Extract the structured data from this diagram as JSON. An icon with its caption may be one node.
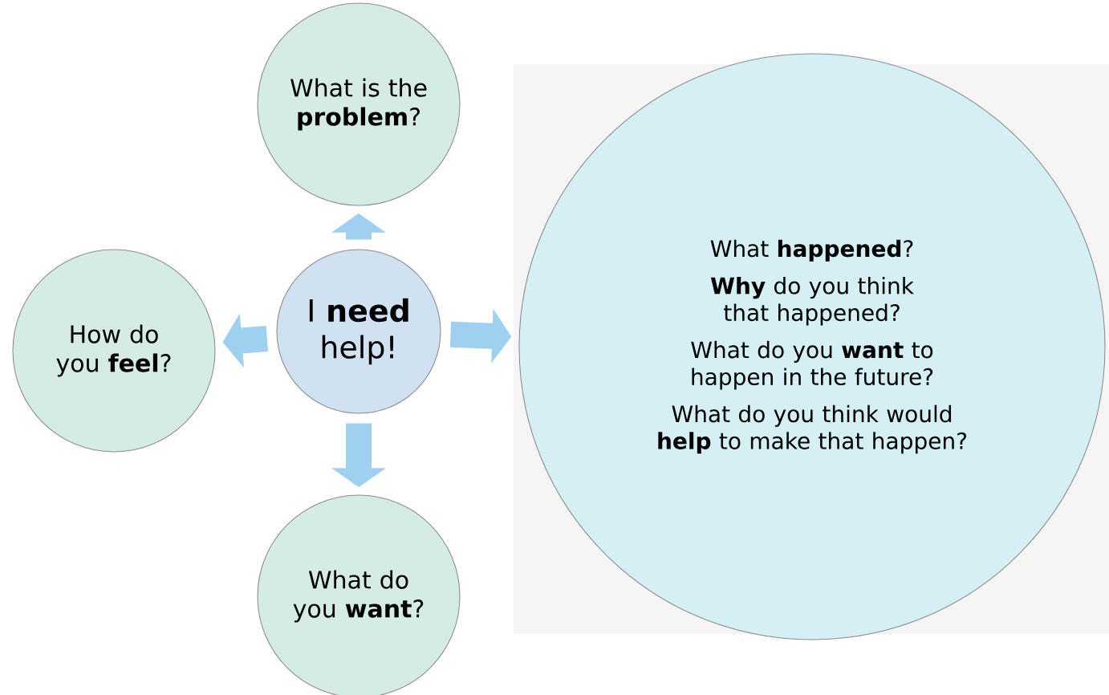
{
  "diagram": {
    "nodes": [
      {
        "text": [
          "I **need** help!"
        ]
      },
      {
        "text": [
          "What is the **problem**?"
        ]
      },
      {
        "text": [
          "How do you **feel**?"
        ]
      },
      {
        "text": [
          "What **happened**?",
          "**Why** do you think that happened?",
          "What do you **want** to happen in the future?",
          "What do you think would **help** to make that happen?"
        ]
      },
      {
        "text": [
          "What do you **want**?"
        ]
      }
    ],
    "edges": [
      {
        "from": 0,
        "to": 1,
        "arrow": "to"
      },
      {
        "from": 0,
        "to": 2,
        "arrow": "to"
      },
      {
        "from": 0,
        "to": 3,
        "arrow": "to"
      },
      {
        "from": 0,
        "to": 4,
        "arrow": "to"
      }
    ]
  }
}
